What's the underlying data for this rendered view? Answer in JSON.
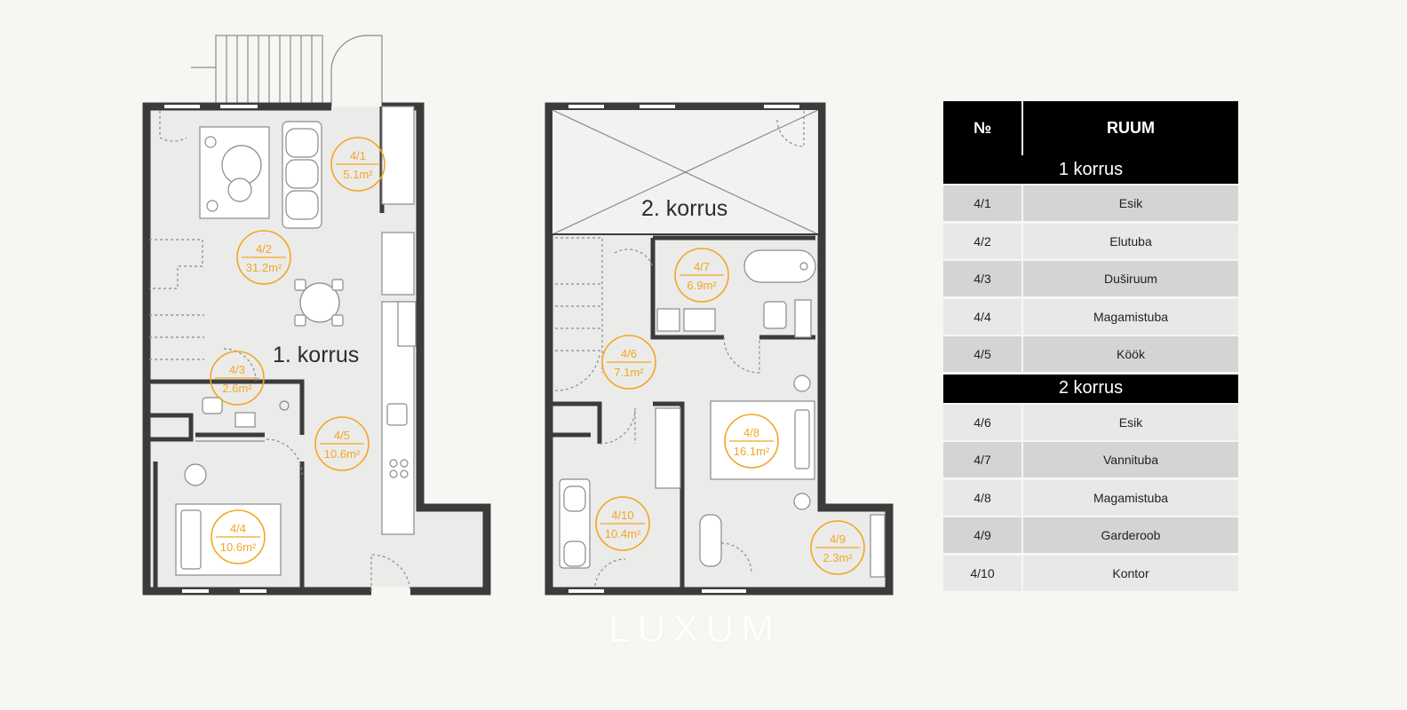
{
  "floor1": {
    "label": "1. korrus",
    "rooms": [
      {
        "id": "4/1",
        "area": "5.1m²"
      },
      {
        "id": "4/2",
        "area": "31.2m²"
      },
      {
        "id": "4/3",
        "area": "2.6m²"
      },
      {
        "id": "4/4",
        "area": "10.6m²"
      },
      {
        "id": "4/5",
        "area": "10.6m²"
      }
    ]
  },
  "floor2": {
    "label": "2. korrus",
    "rooms": [
      {
        "id": "4/6",
        "area": "7.1m²"
      },
      {
        "id": "4/7",
        "area": "6.9m²"
      },
      {
        "id": "4/8",
        "area": "16.1m²"
      },
      {
        "id": "4/9",
        "area": "2.3m²"
      },
      {
        "id": "4/10",
        "area": "10.4m²"
      }
    ]
  },
  "legend": {
    "header_no": "№",
    "header_room": "RUUM",
    "groups": [
      {
        "title": "1 korrus",
        "rows": [
          {
            "no": "4/1",
            "room": "Esik"
          },
          {
            "no": "4/2",
            "room": "Elutuba"
          },
          {
            "no": "4/3",
            "room": "Duširuum"
          },
          {
            "no": "4/4",
            "room": "Magamistuba"
          },
          {
            "no": "4/5",
            "room": "Köök"
          }
        ]
      },
      {
        "title": "2 korrus",
        "rows": [
          {
            "no": "4/6",
            "room": "Esik"
          },
          {
            "no": "4/7",
            "room": "Vannituba"
          },
          {
            "no": "4/8",
            "room": "Magamistuba"
          },
          {
            "no": "4/9",
            "room": "Garderoob"
          },
          {
            "no": "4/10",
            "room": "Kontor"
          }
        ]
      }
    ]
  },
  "brand": {
    "name": "LUXUM",
    "tagline": "REAL ESTATE"
  },
  "colors": {
    "badge": "#f2a623",
    "wall": "#3b3b3b",
    "legend_header": "#000000"
  }
}
